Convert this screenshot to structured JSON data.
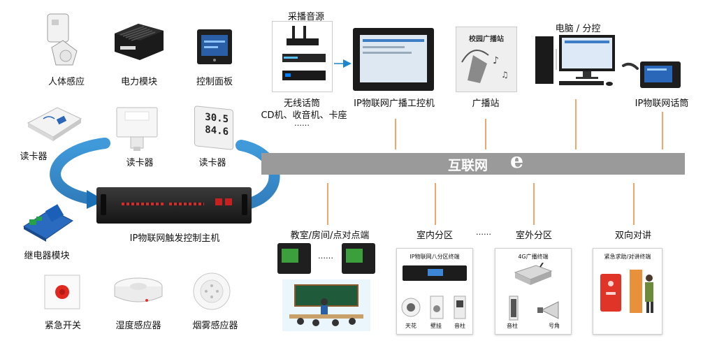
{
  "colors": {
    "bus": "#9a9a9a",
    "bus_text": "#ffffff",
    "connector": "#f1a56a",
    "arrow": "#1f86c9"
  },
  "sensors": {
    "human_sensor": "人体感应",
    "power_module": "电力模块",
    "control_panel": "控制面板",
    "card_reader_1": "读卡器",
    "card_reader_2": "读卡器",
    "card_reader_3": "读卡器",
    "relay_module": "继电器模块",
    "emergency_switch": "紧急开关",
    "humidity_sensor": "湿度感应器",
    "smoke_sensor": "烟雾感应器",
    "display_305": "30.5",
    "display_846": "84.6"
  },
  "host": {
    "label": "IP物联网触发控制主机"
  },
  "sources": {
    "title": "采播音源",
    "line1": "无线话筒",
    "line2": "CD机、收音机、卡座",
    "line3": "……"
  },
  "top_devices": {
    "workstation": "IP物联网广播工控机",
    "station": "广播站",
    "station_sign": "校园广播站",
    "computer_title": "电脑 / 分控",
    "paging_mic": "IP物联网话筒"
  },
  "bus": {
    "label": "互联网",
    "logo": "e"
  },
  "zones": {
    "classroom": "教室/房间/点对点端",
    "dots": "……",
    "indoor": "室内分区",
    "zone_dots": "……",
    "outdoor": "室外分区",
    "intercom": "双向对讲"
  },
  "indoor_box": {
    "title": "IP物联网八分区终端",
    "items": [
      "天花",
      "壁挂",
      "音柱"
    ]
  },
  "outdoor_box": {
    "title": "4G广播终端",
    "items": [
      "音柱",
      "号角"
    ]
  },
  "intercom_box": {
    "title": "紧急求助/对讲终端"
  }
}
